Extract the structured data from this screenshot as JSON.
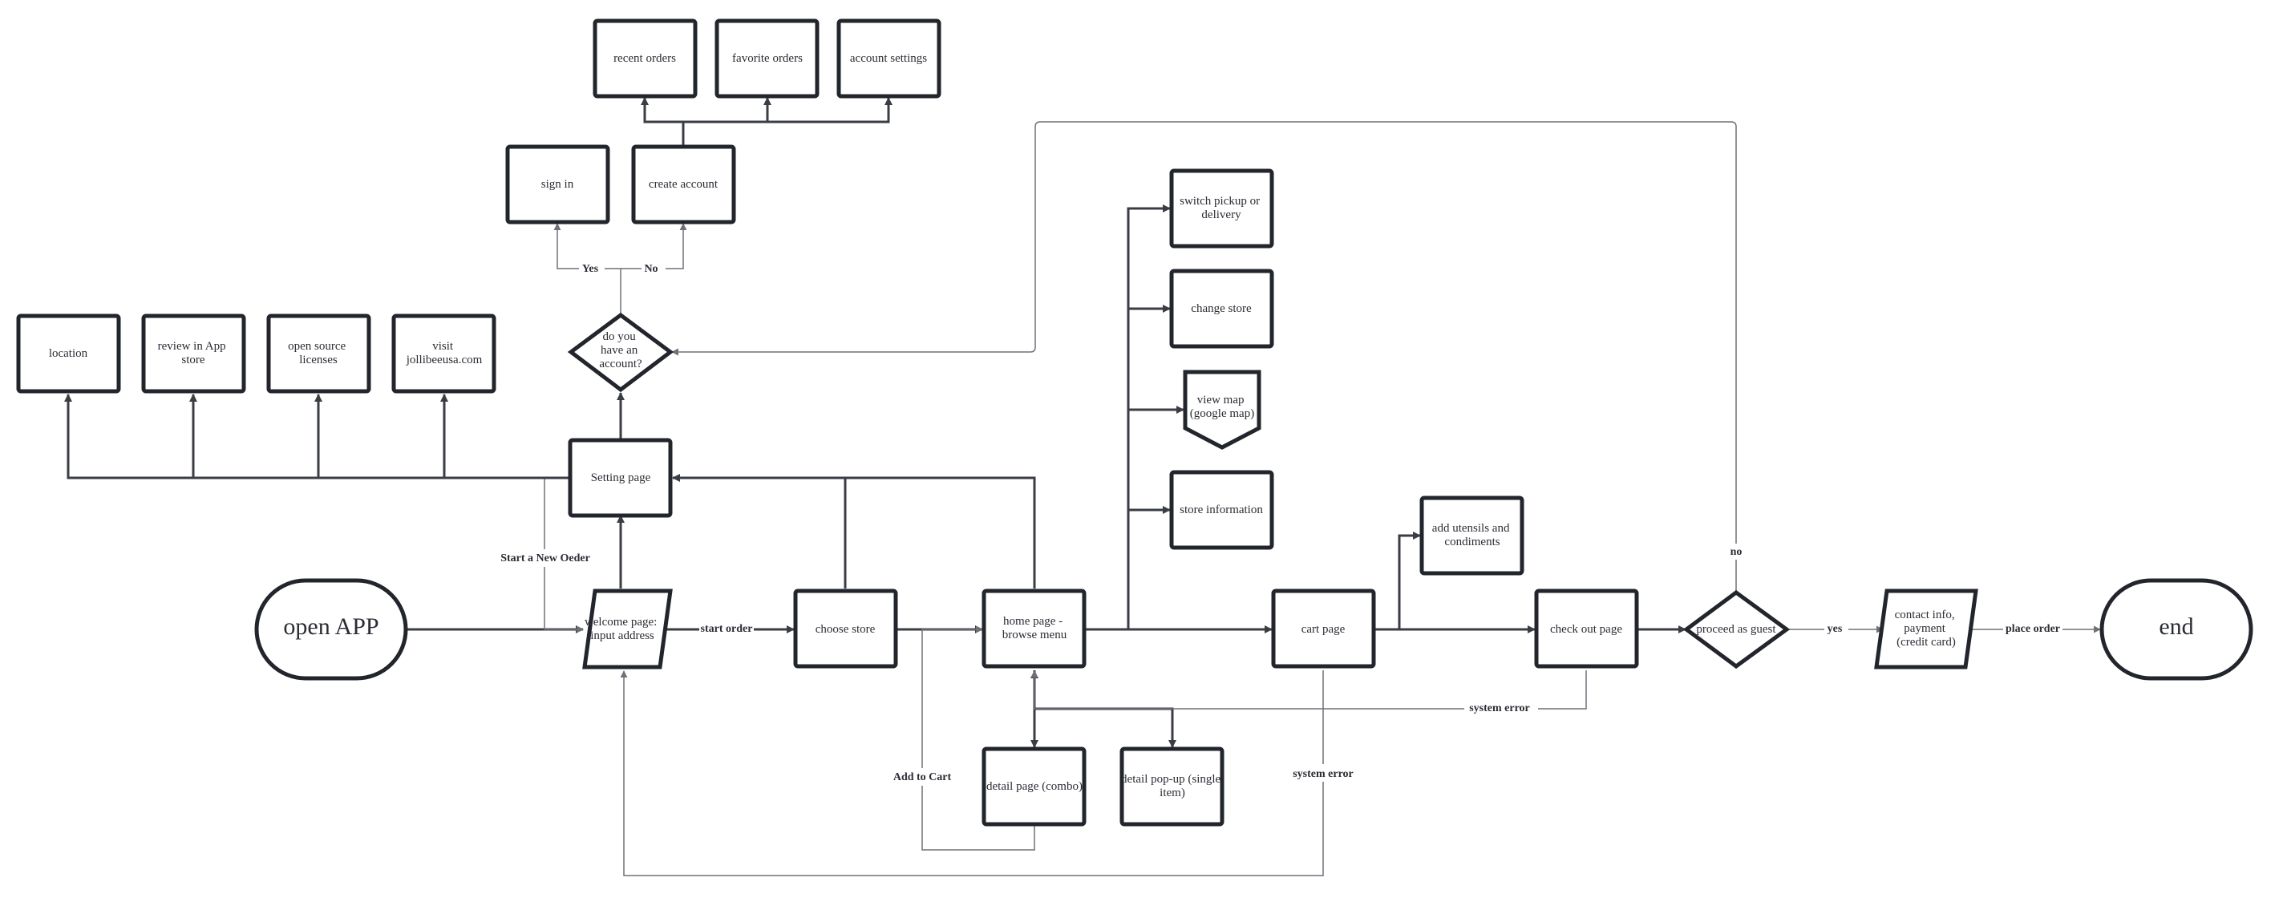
{
  "diagram": {
    "nodes": {
      "open_app": "open APP",
      "welcome_page": "welcome page: input address",
      "choose_store": "choose store",
      "home_page": "home page - browse menu",
      "setting_page": "Setting page",
      "do_you_have_account": "do you have an account?",
      "sign_in": "sign in",
      "create_account": "create account",
      "recent_orders": "recent orders",
      "favorite_orders": "favorite orders",
      "account_settings": "account settings",
      "location": "location",
      "review_app_store": "review in App store",
      "open_source_licenses": "open source licenses",
      "visit_site": "visit jollibeeusa.com",
      "switch_pickup": "switch pickup or delivery",
      "change_store": "change store",
      "view_map": "view map (google map)",
      "store_information": "store information",
      "detail_combo": "detail page (combo)",
      "detail_single": "detail pop-up (single item)",
      "cart_page": "cart page",
      "add_utensils": "add utensils and condiments",
      "check_out_page": "check out page",
      "proceed_as_guest": "proceed as guest",
      "contact_info": "contact info, payment (credit card)",
      "end": "end"
    },
    "edge_labels": {
      "start_order": "start order",
      "start_new_order": "Start a New Oeder",
      "yes": "Yes",
      "no": "No",
      "add_to_cart": "Add to Cart",
      "system_error_cart": "system error",
      "system_error_checkout": "system error",
      "guest_yes": "yes",
      "guest_no": "no",
      "place_order": "place order"
    },
    "colors": {
      "stroke": "#22252b",
      "edge": "#3a3d44",
      "text": "#2b2d34",
      "background": "#ffffff"
    }
  }
}
